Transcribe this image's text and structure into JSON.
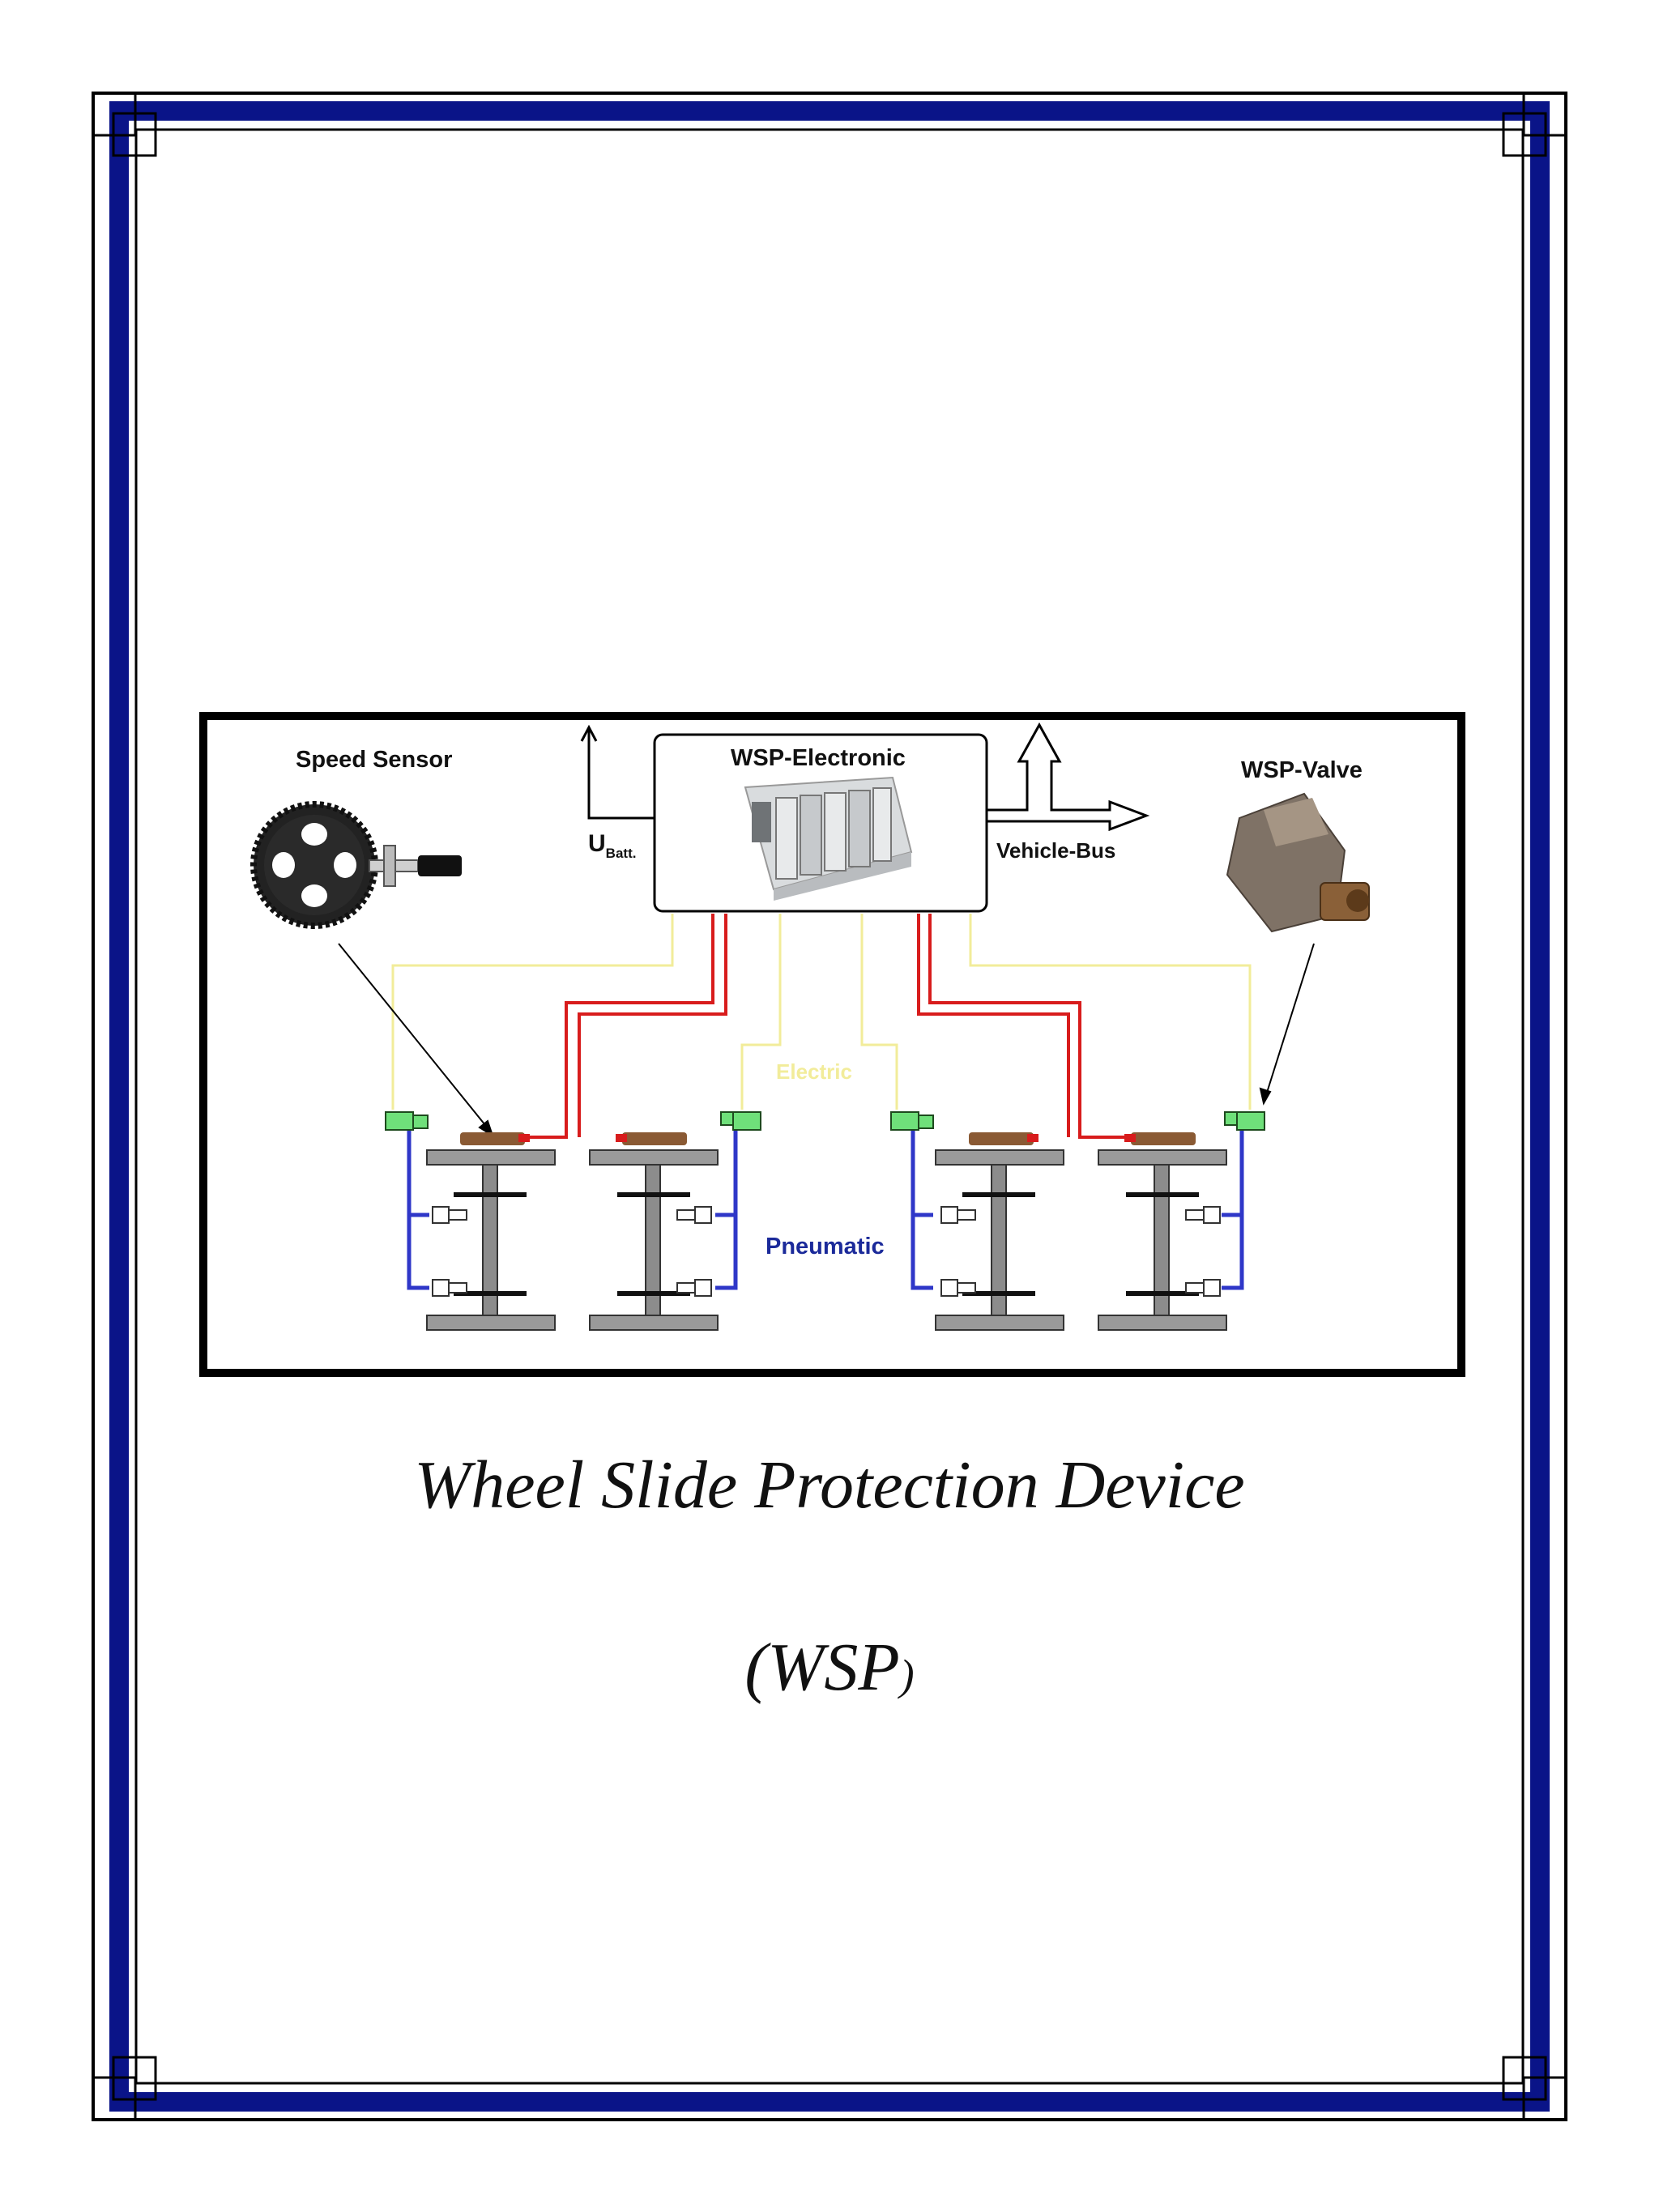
{
  "diagram": {
    "labels": {
      "speed_sensor": "Speed Sensor",
      "wsp_electronic": "WSP-Electronic",
      "wsp_valve": "WSP-Valve",
      "u_batt_main": "U",
      "u_batt_sub": "Batt.",
      "vehicle_bus": "Vehicle-Bus",
      "electric": "Electric",
      "pneumatic": "Pneumatic"
    },
    "colors": {
      "frame_blue": "#0a1488",
      "electric_red": "#d81c1c",
      "electric_yellow": "#f2ec9a",
      "pneumatic_blue": "#2f37c8",
      "pneumatic_label": "#1b2a9a",
      "brake_brown": "#8a5a34",
      "valve_green": "#6fe07a",
      "axle_gray": "#8c8c8c"
    }
  },
  "document": {
    "title": "Wheel Slide Protection Device",
    "subtitle_main": "(WSP",
    "subtitle_close": ")"
  }
}
